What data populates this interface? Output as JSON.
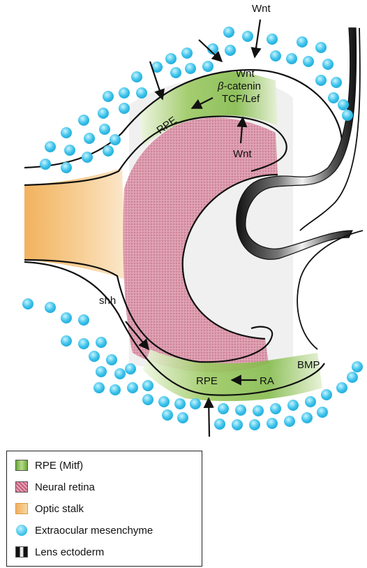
{
  "labels": {
    "wnt_top": "Wnt",
    "wnt_inner": "Wnt",
    "beta_catenin_symbol": "β",
    "beta_catenin_rest": "-catenin",
    "tcf_lef": "TCF/Lef",
    "rpe_top": "RPE",
    "wnt_lower": "Wnt",
    "shh": "shh",
    "bmp": "BMP",
    "rpe_bottom": "RPE",
    "ra": "RA"
  },
  "legend": {
    "items": [
      {
        "swatch": "rpe",
        "label": "RPE (Mitf)"
      },
      {
        "swatch": "retina",
        "label": "Neural retina"
      },
      {
        "swatch": "stalk",
        "label": "Optic stalk"
      },
      {
        "swatch": "dot",
        "label": "Extraocular mesenchyme"
      },
      {
        "swatch": "lens",
        "label": "Lens ectoderm"
      }
    ]
  },
  "colors": {
    "rpe_green": "#7fb848",
    "retina_pink": "#d9859e",
    "optic_stalk_orange": "#f2b96a",
    "mesenchyme_blue": "#36bfe8",
    "outline": "#111111"
  }
}
